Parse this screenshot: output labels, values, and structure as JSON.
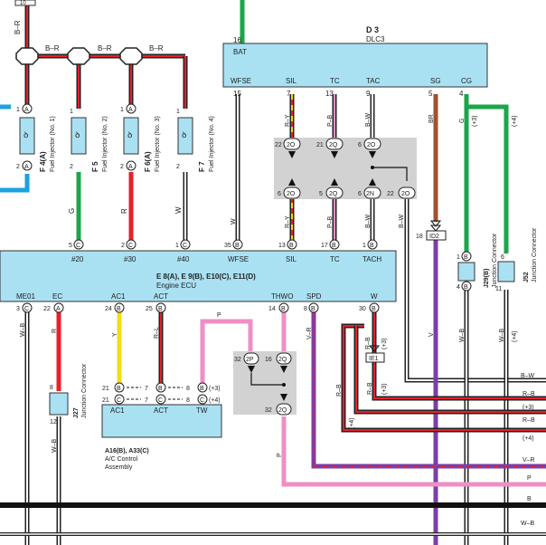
{
  "colors": {
    "component_fill": "#a9e1f3",
    "junction_fill": "#d2d2d2",
    "wire_green": "#1aa64a",
    "wire_red": "#e8202a",
    "wire_pink": "#ef8fc4",
    "wire_yellow": "#f3de10",
    "wire_violet": "#7b3fa8",
    "wire_brown": "#a0522d",
    "wire_blue": "#1aa2e0",
    "wire_black": "#1a1a1a",
    "wire_white": "#ffffff"
  },
  "top_pin": "10",
  "dlc3": {
    "id": "D 3",
    "name": "DLC3",
    "bat_pin": "16",
    "bat": "BAT",
    "labels": [
      "WFSE",
      "SIL",
      "TC",
      "TAC",
      "SG",
      "CG"
    ],
    "pins": [
      "15",
      "7",
      "13",
      "9",
      "5",
      "4"
    ]
  },
  "injectors": [
    {
      "pin_top": "1",
      "pin_top_tag": "A",
      "pin_bot": "2",
      "pin_bot_tag": "A",
      "code": "F 4(A)",
      "name": "Fuel Injector (No. 1)",
      "wire": "",
      "ecu_pin": "",
      "ecu_label": ""
    },
    {
      "pin_top": "1",
      "pin_top_tag": "",
      "pin_bot": "2",
      "pin_bot_tag": "",
      "code": "F 5",
      "name": "Fuel Injector (No. 2)",
      "wire": "G",
      "ecu_pin": "5",
      "ecu_label": "#20"
    },
    {
      "pin_top": "1",
      "pin_top_tag": "A",
      "pin_bot": "2",
      "pin_bot_tag": "A",
      "code": "F 6(A)",
      "name": "Fuel Injector (No. 3)",
      "wire": "R",
      "ecu_pin": "2",
      "ecu_label": "#30"
    },
    {
      "pin_top": "1",
      "pin_top_tag": "",
      "pin_bot": "2",
      "pin_bot_tag": "",
      "code": "F 7",
      "name": "Fuel Injector (No. 4)",
      "wire": "W",
      "ecu_pin": "1",
      "ecu_label": "#40"
    }
  ],
  "br_labels": [
    "B–R",
    "B–R",
    "B–R",
    "B–R"
  ],
  "junction_upper": {
    "top_pins": [
      "22",
      "21",
      "6"
    ],
    "top_tags": [
      "2O",
      "2Q",
      "2O"
    ],
    "bot_pins": [
      "6",
      "5",
      "6",
      "22"
    ],
    "bot_tags": [
      "2O",
      "2Q",
      "2N",
      "2O"
    ],
    "wires_top": [
      "R–Y",
      "P–B",
      "B–W"
    ],
    "wires_bot": [
      "R–Y",
      "P–B",
      "B–W",
      "B–W"
    ]
  },
  "sg_wire": "BR",
  "cg_wire": "G",
  "cg_tag": "(+4)",
  "sg_tag": "(+3)",
  "id2": {
    "pin": "18",
    "name": "ID2"
  },
  "ecu": {
    "title": "E 8(A), E 9(B), E10(C), E11(D)",
    "name": "Engine ECU",
    "top_labels": [
      "WFSE",
      "SIL",
      "TC",
      "TACH"
    ],
    "top_pins": [
      "35",
      "13",
      "17",
      "1"
    ],
    "top_tags": [
      "B",
      "B",
      "B",
      "B"
    ],
    "wfse_wire": "W",
    "bottom_labels": [
      "ME01",
      "EC",
      "AC1",
      "ACT",
      "THWO",
      "SPD",
      "W"
    ],
    "bottom_pins": [
      "3",
      "22",
      "24",
      "25",
      "14",
      "8",
      "30"
    ],
    "bottom_tags": [
      "C",
      "A",
      "B",
      "B",
      "B",
      "B",
      "B"
    ]
  },
  "j29": {
    "code": "J29(B)",
    "name": "Junction Connector",
    "pin_top": "1",
    "pin_bot": "4",
    "tag": "B",
    "wire_left": "W–B",
    "wire_right": "G"
  },
  "j52": {
    "code": "J52",
    "name": "Junction Connector",
    "pin_top": "6",
    "pin_bot": "11",
    "wire_left": "W–B",
    "wire_right": "(+4)"
  },
  "j27": {
    "code": "J27",
    "name": "Junction Connector",
    "pin_top": "8",
    "pin_bot": "12"
  },
  "wire_names_lower": {
    "me01": "W–B",
    "ec": "R",
    "ac1": "Y",
    "act": "R–L",
    "spd": "V–R",
    "w": "R–B",
    "pink": "P",
    "j27_out": "W–B",
    "id2_wire": "V",
    "thwo": "P"
  },
  "ie1": {
    "name": "IE1",
    "tag_plus3": "(+3)",
    "wire": "R–B",
    "tag_plus4": "(+4)"
  },
  "ac_amp": {
    "code": "A16(B), A33(C)",
    "name_line1": "A/C Control",
    "name_line2": "Assembly",
    "labels": [
      "AC1",
      "ACT",
      "TW"
    ],
    "left_pins": [
      "21",
      "21"
    ],
    "left_tags": [
      "B",
      "C"
    ],
    "mid_pins": [
      "7",
      "7"
    ],
    "mid_tags": [
      "B",
      "C"
    ],
    "right_pins": [
      "8",
      "8"
    ],
    "right_tags": [
      "B",
      "C"
    ],
    "plus3": "(+3)",
    "plus4": "(+4)"
  },
  "junction_lower": {
    "top_pins": [
      "32",
      "16"
    ],
    "top_tags": [
      "2P",
      "2Q"
    ],
    "bot_pin": "32",
    "bot_tag": "2Q"
  },
  "right_edge": [
    {
      "label": "B–W",
      "tag": ""
    },
    {
      "label": "R–B",
      "tag": "(+3)"
    },
    {
      "label": "R–B",
      "tag": "(+4)"
    },
    {
      "label": "V–R",
      "tag": ""
    },
    {
      "label": "P",
      "tag": ""
    },
    {
      "label": "B",
      "tag": ""
    },
    {
      "label": "W–B",
      "tag": ""
    }
  ]
}
